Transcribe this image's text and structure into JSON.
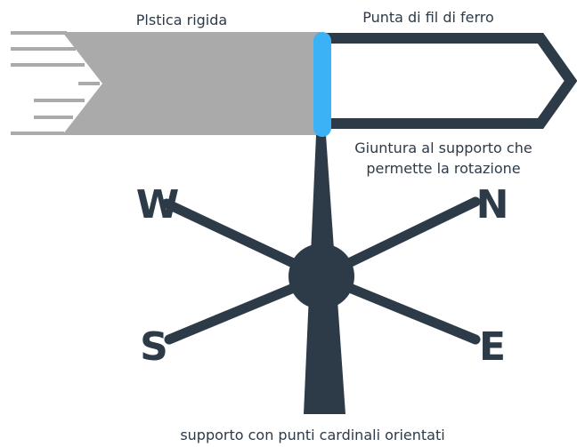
{
  "labels": {
    "plastic": "Plstica rigida",
    "wire_tip": "Punta di fil di ferro",
    "joint_line1": "Giuntura al supporto che",
    "joint_line2": "permette la rotazione",
    "support": "supporto con punti cardinali orientati"
  },
  "directions": {
    "north": "N",
    "south": "S",
    "east": "E",
    "west": "W"
  },
  "colors": {
    "ink": "#2d3a48",
    "plastic_fill": "#aaaaaa",
    "joint": "#3bb2f5",
    "background": "#ffffff"
  }
}
